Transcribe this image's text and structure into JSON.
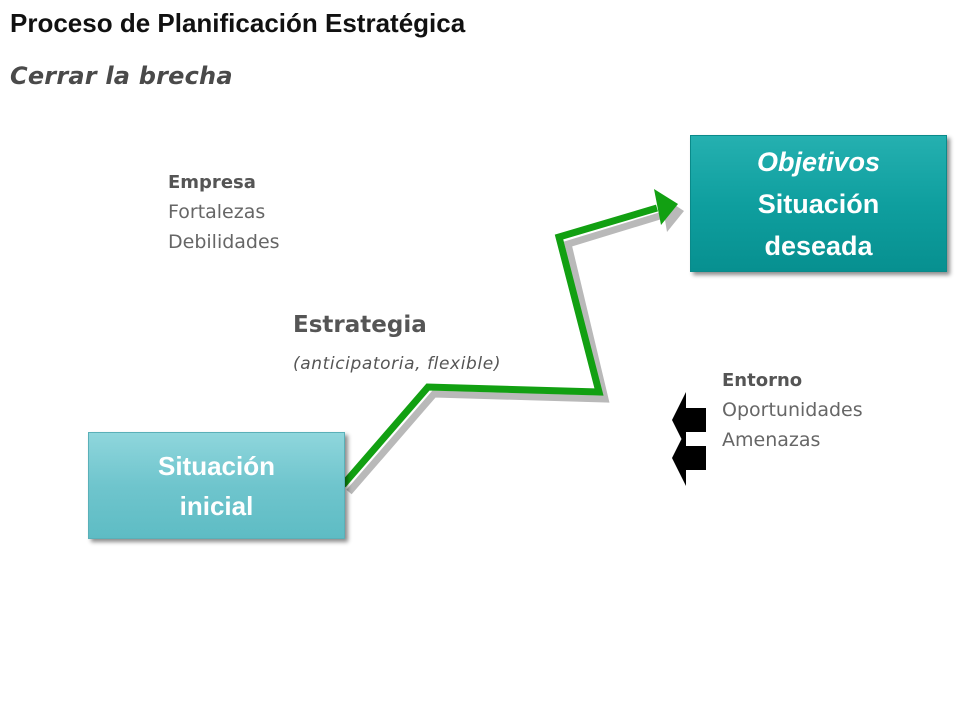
{
  "header": {
    "title": "Proceso de Planificación Estratégica",
    "subtitle": "Cerrar la brecha"
  },
  "empresa": {
    "heading": "Empresa",
    "items": [
      "Fortalezas",
      "Debilidades"
    ]
  },
  "estrategia": {
    "title": "Estrategia",
    "note": "(anticipatoria, flexible)"
  },
  "entorno": {
    "heading": "Entorno",
    "items": [
      "Oportunidades",
      "Amenazas"
    ]
  },
  "situacion_inicial": {
    "lines": [
      "Situación",
      "inicial"
    ]
  },
  "objetivos": {
    "title": "Objetivos",
    "lines": [
      "Situación",
      "deseada"
    ]
  },
  "colors": {
    "path_green": "#12a012",
    "path_shadow": "#b9b9b9",
    "initial_box": "#74c8cf",
    "target_box": "#0e9c9c",
    "arrow_black": "#000000"
  },
  "icons": [
    "green-path-arrow",
    "entorno-left-arrow-icon"
  ]
}
